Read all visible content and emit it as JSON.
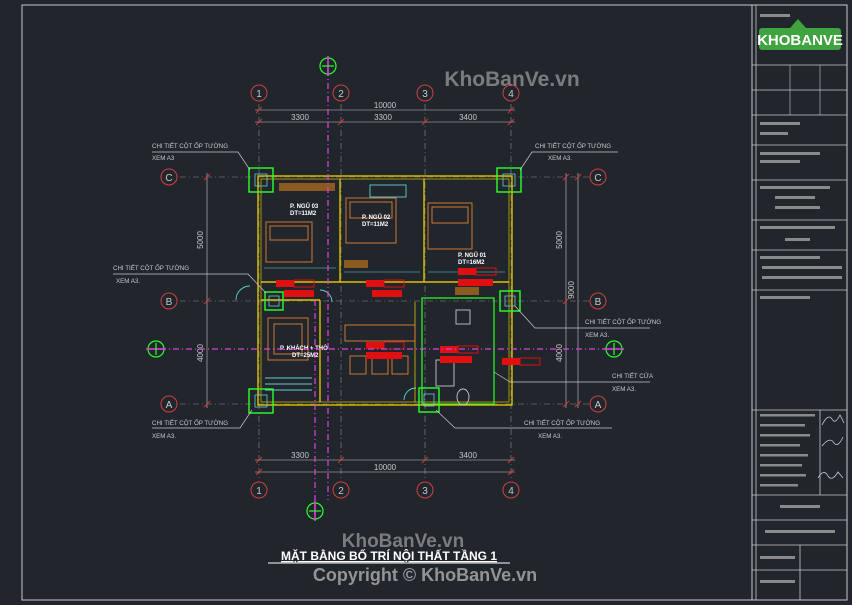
{
  "watermark": {
    "top": "KhoBanVe.vn",
    "bottom": "KhoBanVe.vn",
    "copyright": "Copyright © KhoBanVe.vn"
  },
  "logo": {
    "text": "KHOBANVE"
  },
  "title": "MẶT BẰNG BỐ TRÍ NỘI THẤT TẦNG 1",
  "grid": {
    "columns": [
      "1",
      "2",
      "3",
      "4"
    ],
    "rows": [
      "C",
      "B",
      "A"
    ]
  },
  "dims": {
    "top_total": "10000",
    "top_spans": [
      "3300",
      "3300",
      "3400"
    ],
    "bottom_spans": [
      "3300",
      "3400"
    ],
    "bottom_total": "10000",
    "left_upper": "5000",
    "left_lower": "4000",
    "right_upper": "5000",
    "right_total": "9000",
    "right_lower": "4000"
  },
  "callouts": {
    "c1": {
      "title": "CHI TIẾT CỘT ỐP TƯỜNG",
      "ref": "XEM A3"
    },
    "c2": {
      "title": "CHI TIẾT CỘT ỐP TƯỜNG",
      "ref": "XEM A3."
    },
    "c3": {
      "title": "CHI TIẾT CỘT ỐP TƯỜNG",
      "ref": "XEM A3."
    },
    "c4": {
      "title": "CHI TIẾT CỘT ỐP TƯỜNG",
      "ref": "XEM A3."
    },
    "c5": {
      "title": "CHI TIẾT CỬA",
      "ref": "XEM A3."
    },
    "c6": {
      "title": "CHI TIẾT CỘT ỐP TƯỜNG",
      "ref": "XEM A3."
    },
    "c7": {
      "title": "CHI TIẾT CỘT ỐP TƯỜNG",
      "ref": "XEM A3."
    }
  },
  "rooms": {
    "r1": {
      "name": "P. NGỦ 03",
      "area": "DT=11M2"
    },
    "r2": {
      "name": "P. NGỦ 02",
      "area": "DT=11M2"
    },
    "r3": {
      "name": "P. NGỦ 01",
      "area": "DT=16M2"
    },
    "r4": {
      "name": "P. KHÁCH + THỜ",
      "area": "DT=25M2"
    }
  },
  "colors": {
    "background": "#21252c",
    "frame": "#c8c8c8",
    "wall": "#e0c200",
    "accent_green": "#2cff2c",
    "axis_magenta": "#e040e0",
    "label_red": "#e01010",
    "dim_cyan": "#5fd0d0",
    "logo_green": "#3fa33f"
  }
}
